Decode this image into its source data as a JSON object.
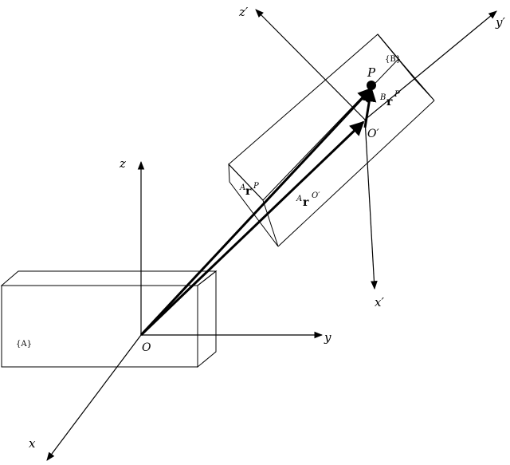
{
  "frameA": {
    "label": "{A}",
    "origin": "O",
    "axes": {
      "x": "x",
      "y": "y",
      "z": "z"
    }
  },
  "frameB": {
    "label": "{B}",
    "origin": "O′",
    "axes": {
      "x": "x′",
      "y": "y′",
      "z": "z′"
    }
  },
  "point": {
    "label": "P"
  },
  "vectors": {
    "a_r_p": {
      "super": "A",
      "base": "r",
      "sub": "P"
    },
    "a_r_o": {
      "super": "A",
      "base": "r",
      "sub": "O′"
    },
    "b_r_p": {
      "super": "B",
      "base": "r",
      "sub": "P"
    }
  }
}
